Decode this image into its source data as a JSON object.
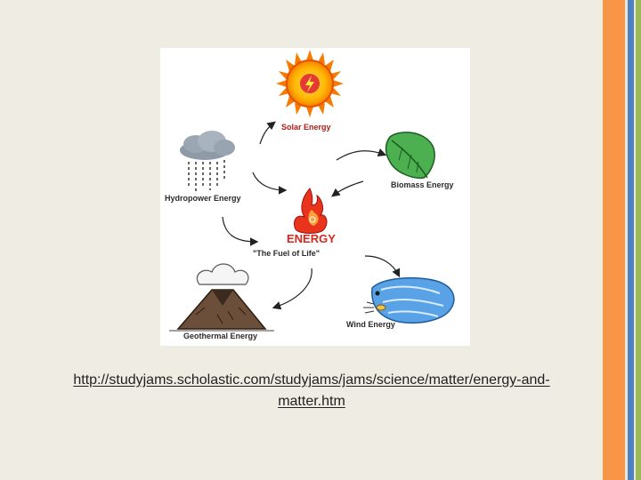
{
  "diagram": {
    "labels": {
      "solar": "Solar Energy",
      "hydropower": "Hydropower Energy",
      "biomass": "Biomass Energy",
      "center_title": "ENERGY",
      "center_subtitle": "\"The Fuel of Life\"",
      "wind": "Wind Energy",
      "geothermal": "Geothermal Energy"
    },
    "icons": [
      "sun-icon",
      "rain-cloud-icon",
      "leaf-icon",
      "flame-icon",
      "wind-face-icon",
      "volcano-icon"
    ],
    "colors": {
      "sun": "#f5a623",
      "flame": "#e8341c",
      "leaf": "#4caf50",
      "wind": "#4a90d9"
    }
  },
  "caption": {
    "url_line1": "http://studyjams.scholastic.com/studyjams/jams/science/matter/energy-and-",
    "url_line2": "matter.htm"
  },
  "theme": {
    "stripe_orange": "#f79646",
    "stripe_blue": "#4f81bd",
    "stripe_green": "#9bbb59"
  }
}
